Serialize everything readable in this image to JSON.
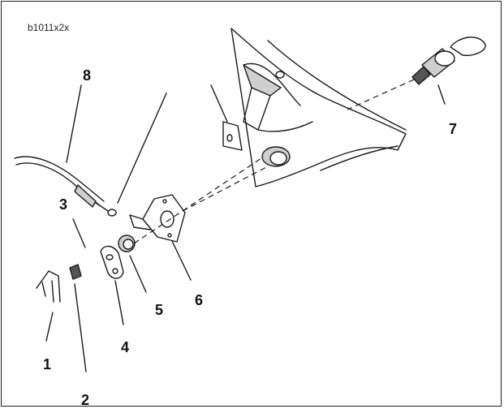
{
  "figure": {
    "reference_code": "b1011x2x",
    "callouts": [
      "1",
      "2",
      "3",
      "4",
      "5",
      "6",
      "7",
      "8"
    ]
  },
  "colors": {
    "line": "#1a1a1a",
    "shade": "#cfcfcf",
    "dark": "#555555"
  }
}
